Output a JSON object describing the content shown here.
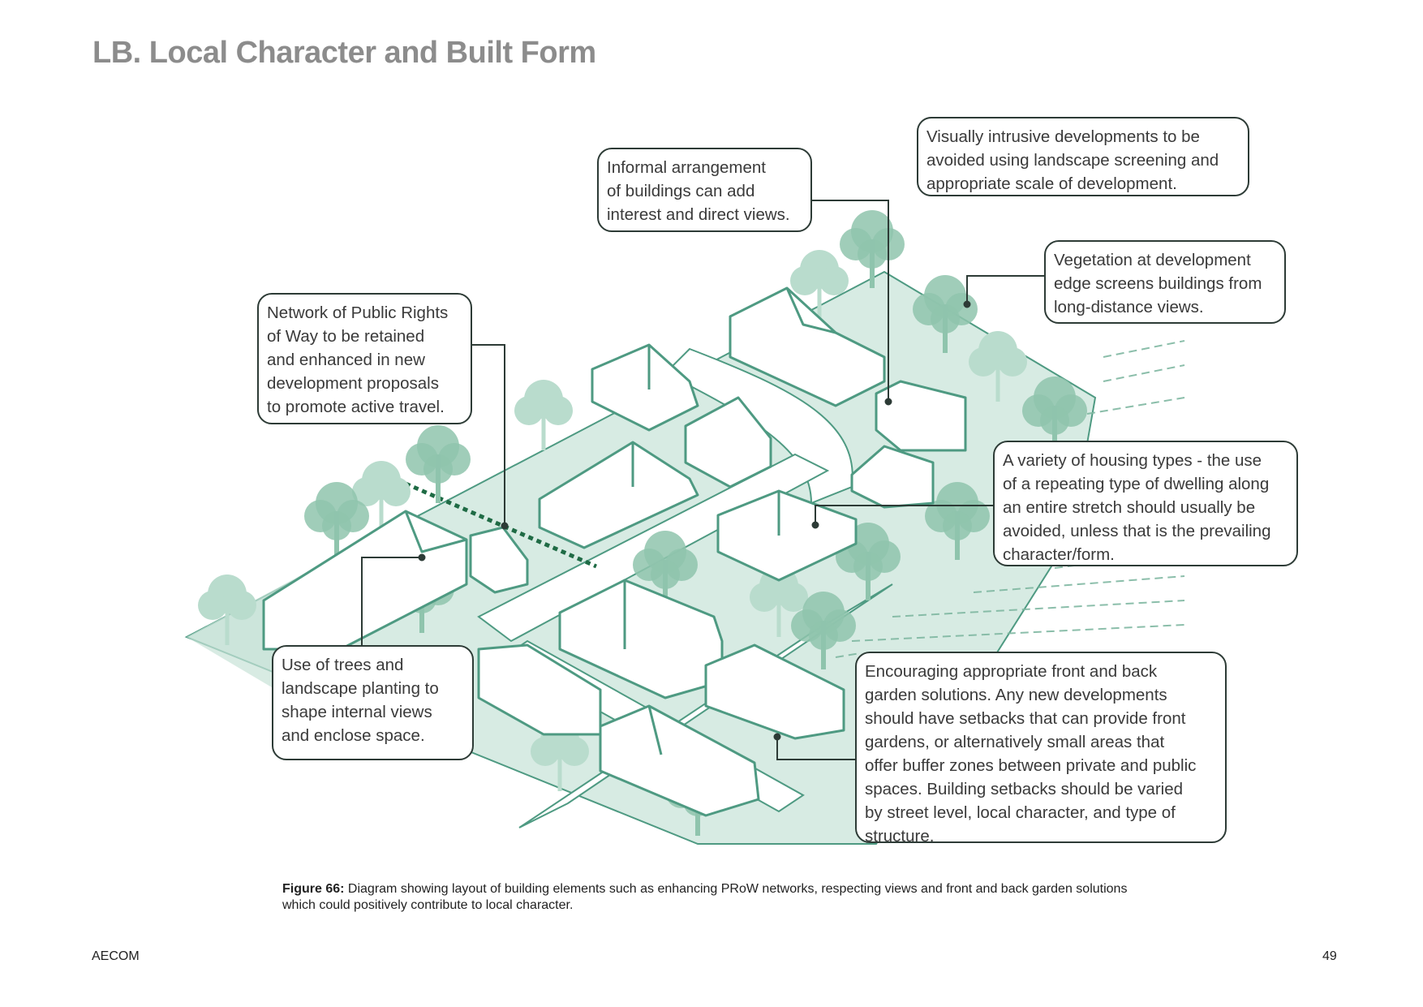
{
  "page": {
    "title": "LB. Local Character and Built Form",
    "footer_brand": "AECOM",
    "page_number": "49"
  },
  "colors": {
    "title_gray": "#8c8c8c",
    "green_dark": "#4e9a82",
    "green_light": "#d7ebe3",
    "tree_green": "#8fc4ad",
    "path_dark_green": "#1f6b45",
    "callout_border": "#2d3b36"
  },
  "callouts": {
    "informal_arrangement": [
      "Informal arrangement",
      "of buildings can add",
      "interest and direct views."
    ],
    "visually_intrusive": [
      "Visually intrusive developments to be",
      "avoided using landscape screening and",
      " appropriate scale of development."
    ],
    "vegetation_edge": [
      "Vegetation at development",
      "edge screens buildings from",
      " long-distance views."
    ],
    "prow_network": [
      " Network of Public Rights",
      "of Way to be retained",
      "and enhanced in new",
      "development proposals",
      "to promote active travel."
    ],
    "housing_types": [
      " A variety of housing types - the use",
      "of a repeating type of dwelling along",
      "an entire stretch should usually be",
      "avoided, unless that is the prevailing",
      " character/form."
    ],
    "trees_landscape": [
      " Use of trees and",
      "landscape planting to",
      "shape internal views",
      "and enclose space."
    ],
    "garden_solutions": [
      " Encouraging appropriate front and back",
      "garden solutions. Any new developments",
      "should have setbacks that can provide front",
      "gardens, or alternatively small areas that",
      "offer buffer zones between private and public",
      "spaces. Building setbacks should be varied",
      "by street level, local character, and type of",
      " structure."
    ]
  },
  "caption": {
    "label": "Figure 66:",
    "text": " Diagram showing layout of building elements such as enhancing PRoW networks, respecting views and front and back garden solutions which could positively contribute to local character."
  }
}
